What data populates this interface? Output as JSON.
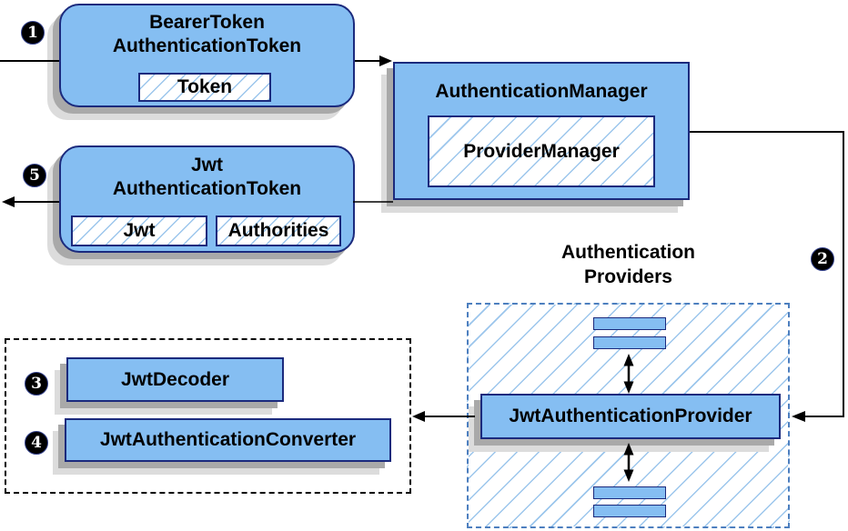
{
  "colors": {
    "node_fill": "#85bef2",
    "node_border": "#1b2a7d",
    "hatch_line": "#9cc6ec",
    "providers_dash_border": "#4d7fbf",
    "black_dash_border": "#000000",
    "shadow_dark": "#a9a9a9",
    "shadow_light": "#dcdcdc",
    "connector": "#000000",
    "badge_bg": "#000000",
    "badge_text": "#ffffff"
  },
  "steps": {
    "s1": "1",
    "s2": "2",
    "s3": "3",
    "s4": "4",
    "s5": "5"
  },
  "nodes": {
    "bearer_token": {
      "title1": "BearerToken",
      "title2": "AuthenticationToken",
      "inner": "Token"
    },
    "auth_manager": {
      "title": "AuthenticationManager",
      "inner": "ProviderManager"
    },
    "jwt_token": {
      "title1": "Jwt",
      "title2": "AuthenticationToken",
      "inner1": "Jwt",
      "inner2": "Authorities"
    },
    "providers_group": {
      "label1": "Authentication",
      "label2": "Providers",
      "provider": "JwtAuthenticationProvider"
    },
    "resolver_group": {
      "decoder": "JwtDecoder",
      "converter": "JwtAuthenticationConverter"
    }
  }
}
